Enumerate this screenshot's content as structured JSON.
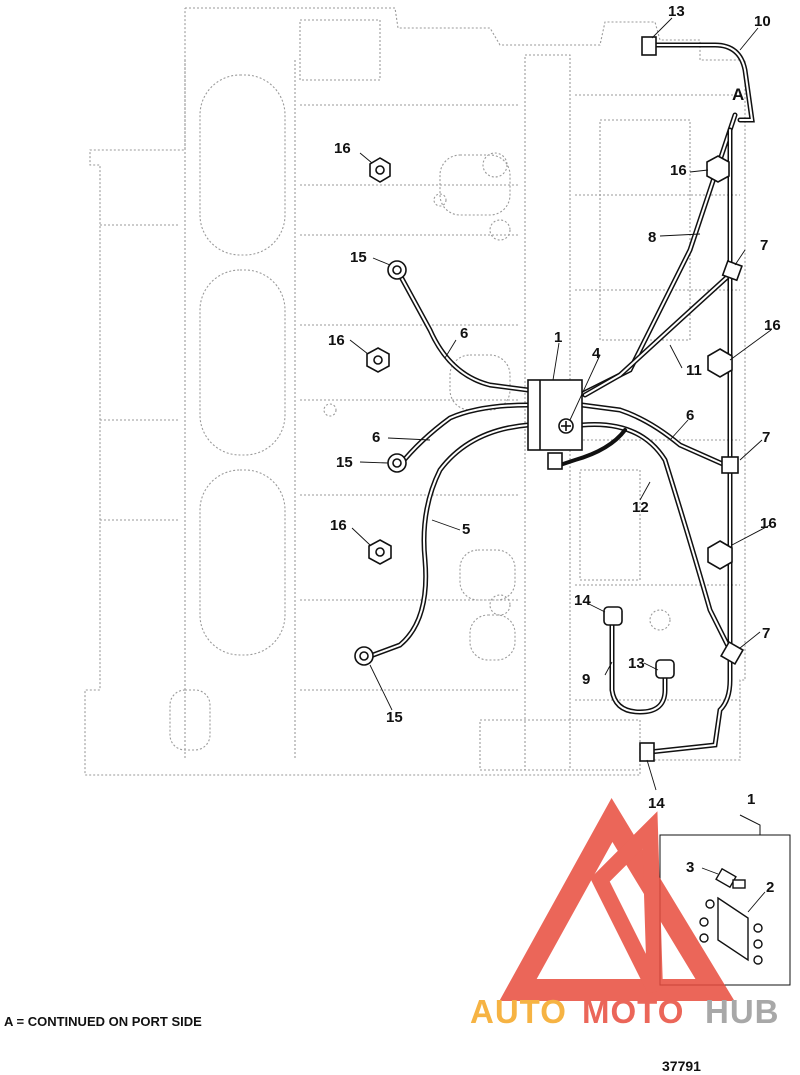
{
  "figure_number": "37791",
  "note": "A = CONTINUED ON PORT SIDE",
  "watermark": {
    "text_part1": "AUTO",
    "text_part2": "MOTO",
    "text_part3": "HUB",
    "colors": {
      "red": "#e84c3d",
      "orange": "#f5a623",
      "gray": "#9a9a9a"
    }
  },
  "callouts": {
    "c13_top": "13",
    "c10": "10",
    "cA": "A",
    "c16_upper_left": "16",
    "c16_upper_right": "16",
    "c8": "8",
    "c15_upper": "15",
    "c7_upper": "7",
    "c16_mid_right": "16",
    "c6_upper": "6",
    "c16_mid_left": "16",
    "c1_main": "1",
    "c4": "4",
    "c11": "11",
    "c6_left": "6",
    "c6_right": "6",
    "c7_mid": "7",
    "c15_mid": "15",
    "c12": "12",
    "c16_lower_left": "16",
    "c5": "5",
    "c16_lower_right": "16",
    "c14_mid": "14",
    "c7_lower": "7",
    "c13_mid": "13",
    "c9": "9",
    "c15_lower": "15",
    "c14_bottom": "14",
    "c1_inset": "1",
    "c3": "3",
    "c2": "2"
  }
}
